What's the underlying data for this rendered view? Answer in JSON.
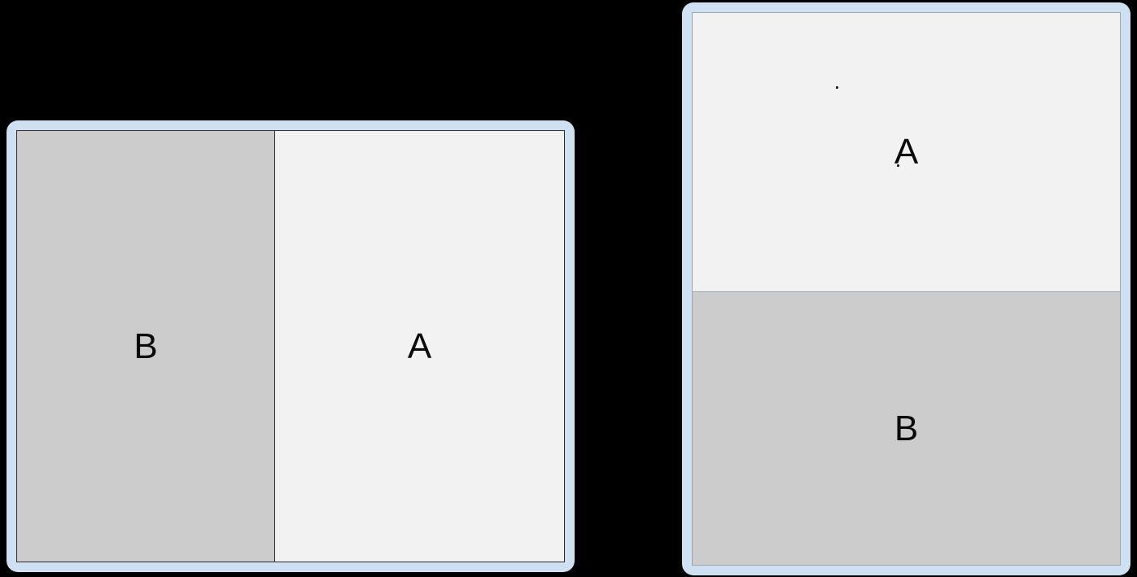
{
  "background_color": "#000000",
  "panels": [
    {
      "name": "left-panel",
      "orientation": "horizontal-split",
      "frame_color": "#cfe0f2",
      "inner_border_color": "#2b2b2b",
      "regions": [
        {
          "label": "B",
          "fill": "#cccccc",
          "position": "left"
        },
        {
          "label": "A",
          "fill": "#f2f2f2",
          "position": "right"
        }
      ]
    },
    {
      "name": "right-panel",
      "orientation": "vertical-split",
      "frame_color": "#cfe0f2",
      "inner_border_color": "#9aa5ad",
      "regions": [
        {
          "label": "A",
          "fill": "#f2f2f2",
          "position": "top"
        },
        {
          "label": "B",
          "fill": "#cccccc",
          "position": "bottom"
        }
      ]
    }
  ]
}
